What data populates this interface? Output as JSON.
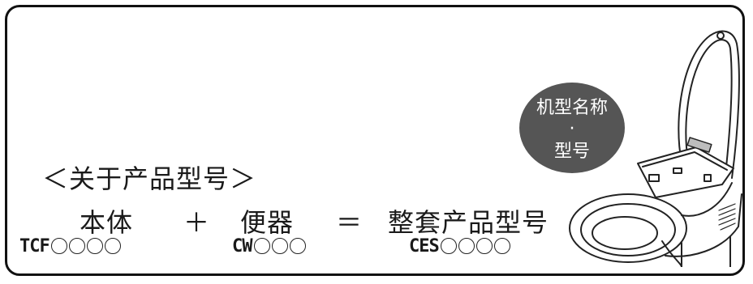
{
  "heading": "＜关于产品型号＞",
  "row_labels": {
    "body": "本体",
    "plus": "＋",
    "bowl": "便器",
    "equals": "＝",
    "set": "整套产品型号"
  },
  "models": {
    "body_prefix": "TCF",
    "body_circles": 4,
    "bowl_prefix": "CW",
    "bowl_circles": 3,
    "set_prefix": "CES",
    "set_circles": 4
  },
  "callout": {
    "line1": "机型名称",
    "dot": "·",
    "line2": "型号"
  },
  "colors": {
    "frame": "#111111",
    "bubble": "#555555",
    "bubble_text": "#ffffff",
    "label_highlight": "#bdbdbd"
  }
}
